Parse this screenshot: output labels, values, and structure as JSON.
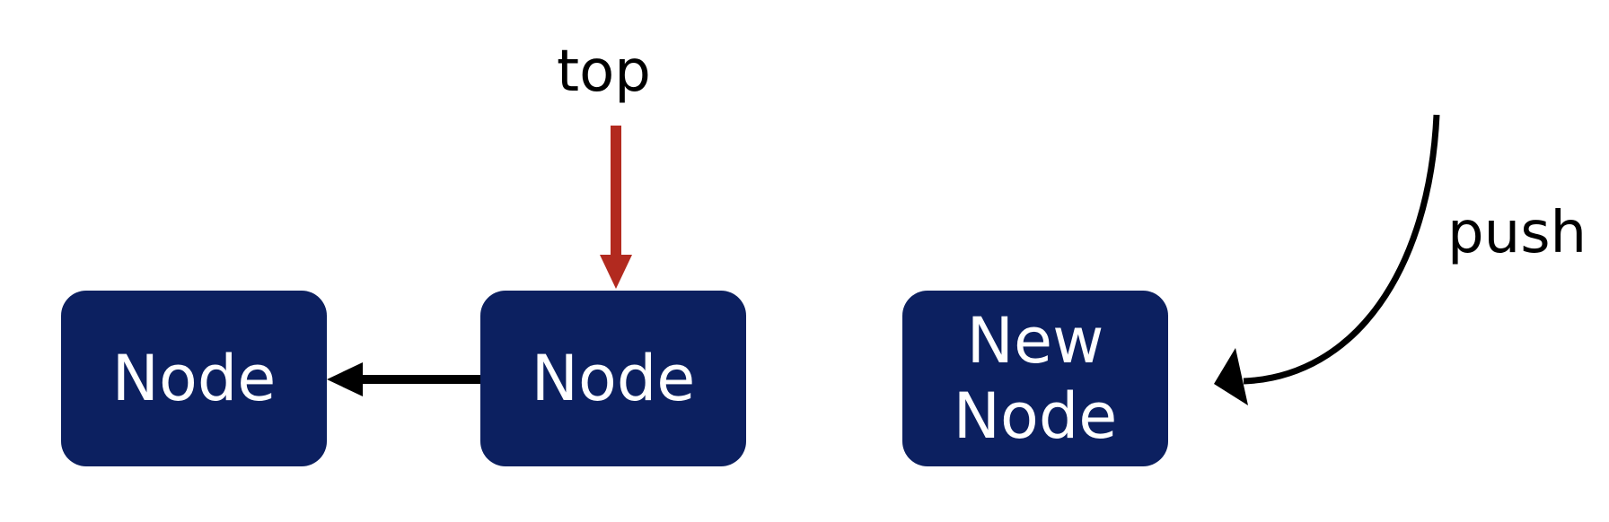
{
  "diagram": {
    "nodes": [
      {
        "id": "node-1",
        "label": "Node"
      },
      {
        "id": "node-2",
        "label": "Node"
      },
      {
        "id": "new-node",
        "label_lines": [
          "New",
          "Node"
        ]
      }
    ],
    "pointer_label": "top",
    "operation_label": "push",
    "colors": {
      "node_fill": "#0c2060",
      "node_text": "#ffffff",
      "top_arrow": "#b22a1f",
      "link_arrow": "#000000"
    }
  }
}
